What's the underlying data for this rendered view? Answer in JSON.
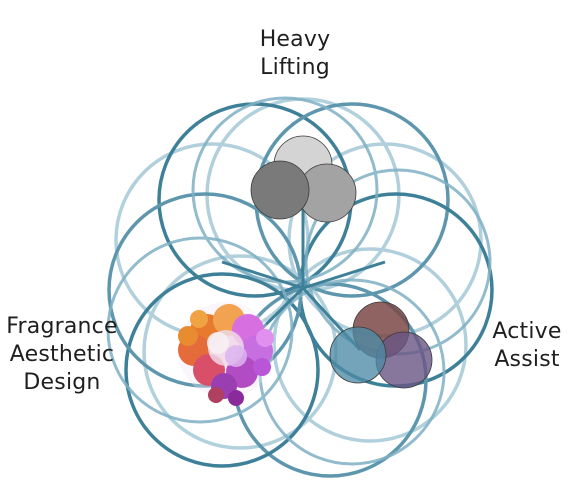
{
  "labels": {
    "top": [
      "Heavy",
      "Lifting"
    ],
    "left": [
      "Fragrance",
      "Aesthetic",
      "Design"
    ],
    "right": [
      "Active",
      "Assist"
    ]
  },
  "icons": {
    "top": "gray-circles-cluster-icon",
    "right": "colored-circles-cluster-icon",
    "left": "color-smoke-cloud-icon"
  },
  "colors": {
    "ring_dark": "#3e7f99",
    "ring_light": "#9ec6d4",
    "gray_light": "#d3d3d3",
    "gray_mid": "#a3a3a3",
    "gray_dark": "#7a7a7a",
    "maroon": "#7a4845",
    "blue": "#4d8ba6",
    "purple": "#6a5585"
  }
}
